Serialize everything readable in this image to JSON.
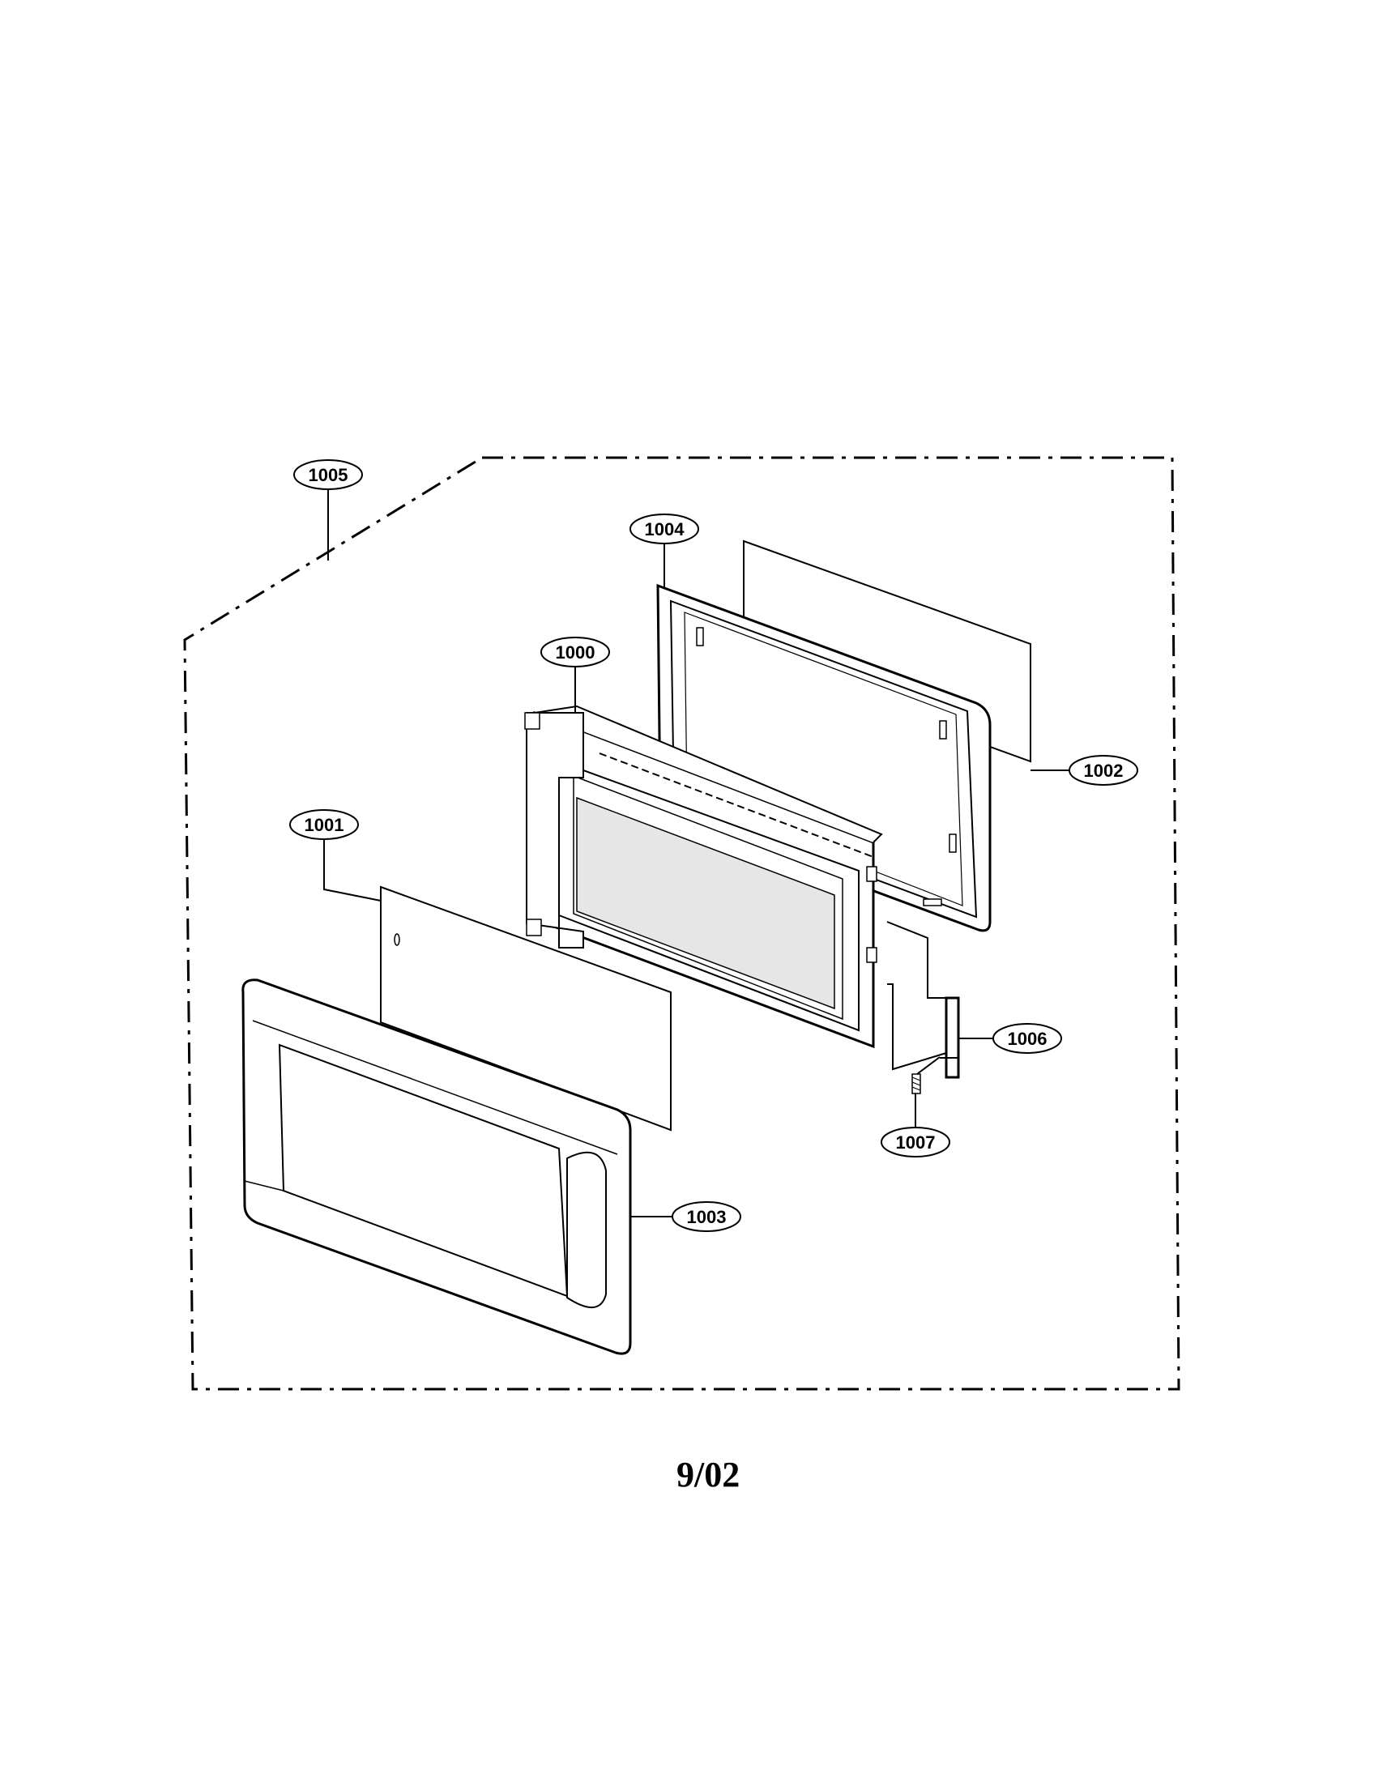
{
  "diagram": {
    "part_labels": {
      "p1000": "1000",
      "p1001": "1001",
      "p1002": "1002",
      "p1003": "1003",
      "p1004": "1004",
      "p1005": "1005",
      "p1006": "1006",
      "p1007": "1007"
    },
    "date_stamp": "9/02"
  }
}
